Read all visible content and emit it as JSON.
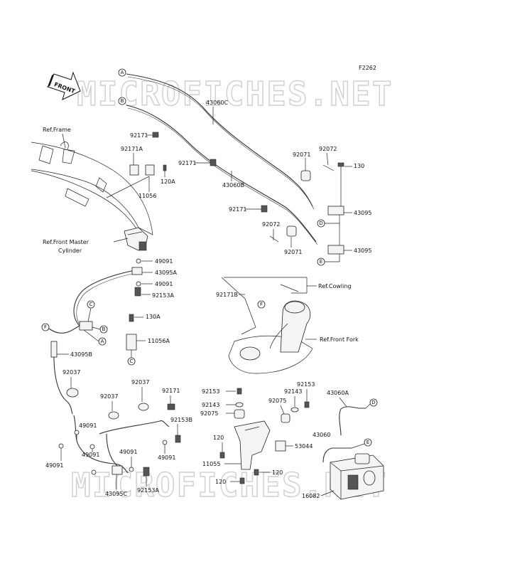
{
  "figure_code": "F2262",
  "watermark": "MICROFICHES.NET",
  "front_arrow": "FRONT",
  "refs": {
    "frame": "Ref.Frame",
    "front_master_line1": "Ref.Front Master",
    "front_master_line2": "Cylinder",
    "cowling": "Ref.Cowling",
    "front_fork": "Ref.Front Fork"
  },
  "connectors": [
    "A",
    "B",
    "C",
    "D",
    "E",
    "F"
  ],
  "parts": {
    "p43060C": "43060C",
    "p92171_a": "92171",
    "p92171A": "92171A",
    "p92071_a": "92071",
    "p92072_a": "92072",
    "p92171_b": "92171",
    "p130": "130",
    "p120A": "120A",
    "p11056": "11056",
    "p43060B": "43060B",
    "p43095_a": "43095",
    "p92171_c": "92171",
    "p92072_b": "92072",
    "p92071_b": "92071",
    "p43095_b": "43095",
    "p49091_a": "49091",
    "p43095A": "43095A",
    "p49091_b": "49091",
    "p92153A_a": "92153A",
    "p92171B": "92171B",
    "p130A": "130A",
    "p11056A": "11056A",
    "p43095B": "43095B",
    "p92037_a": "92037",
    "p92037_b": "92037",
    "p92037_c": "92037",
    "p92171_d": "92171",
    "p92153B": "92153B",
    "p49091_c": "49091",
    "p49091_d": "49091",
    "p49091_e": "49091",
    "p49091_f": "49091",
    "p49091_g": "49091",
    "p43095C": "43095C",
    "p92153A_b": "92153A",
    "p92153_a": "92153",
    "p92143_a": "92143",
    "p92075_a": "92075",
    "p92153_b": "92153",
    "p92143_b": "92143",
    "p92075_b": "92075",
    "p43060A": "43060A",
    "p120_a": "120",
    "p53044": "53044",
    "p43060": "43060",
    "p11055": "11055",
    "p120_b": "120",
    "p120_c": "120",
    "p16082": "16082"
  }
}
